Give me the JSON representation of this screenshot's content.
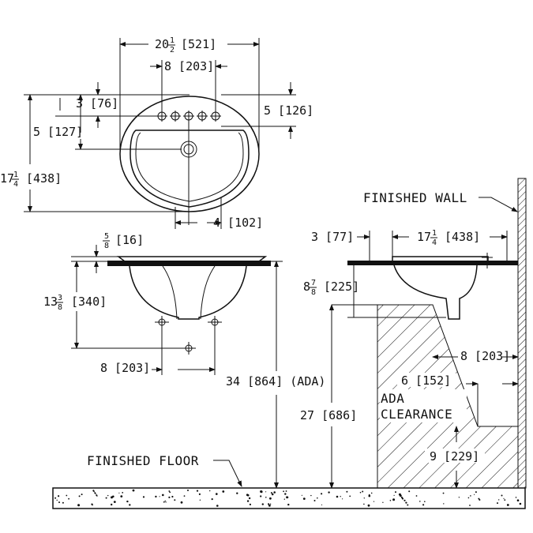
{
  "labels": {
    "finished_wall": "FINISHED WALL",
    "finished_floor": "FINISHED FLOOR",
    "ada_line1": "ADA",
    "ada_line2": "CLEARANCE"
  },
  "top_view": {
    "overall_width": {
      "whole": "20",
      "num": "1",
      "den": "2",
      "metric": "[521]"
    },
    "faucet_spread": {
      "text": "8 [203]"
    },
    "faucet_offset": {
      "text": "3 [76]"
    },
    "drain_offset": {
      "text": "5 [127]"
    },
    "right_depth": {
      "text": "5 [126]"
    },
    "overall_depth": {
      "whole": "17",
      "num": "1",
      "den": "4",
      "metric": "[438]"
    },
    "drain_to_edge": {
      "text": "4 [102]"
    }
  },
  "front_view": {
    "rim_height": {
      "num": "5",
      "den": "8",
      "metric": "[16]"
    },
    "bowl_depth": {
      "whole": "13",
      "num": "3",
      "den": "8",
      "metric": "[340]"
    },
    "supply_spread": {
      "text": "8 [203]"
    },
    "rim_to_floor": {
      "text": "34 [864] (ADA)"
    }
  },
  "side_view": {
    "wall_gap": {
      "text": "3 [77]"
    },
    "bowl_width": {
      "whole": "17",
      "num": "1",
      "den": "4",
      "metric": "[438]"
    },
    "bowl_drop": {
      "whole": "8",
      "num": "7",
      "den": "8",
      "metric": "[225]"
    },
    "knee_depth": {
      "text": "8 [203]"
    },
    "toe_depth": {
      "text": "6 [152]"
    },
    "knee_height": {
      "text": "27 [686]"
    },
    "toe_height": {
      "text": "9 [229]"
    }
  }
}
